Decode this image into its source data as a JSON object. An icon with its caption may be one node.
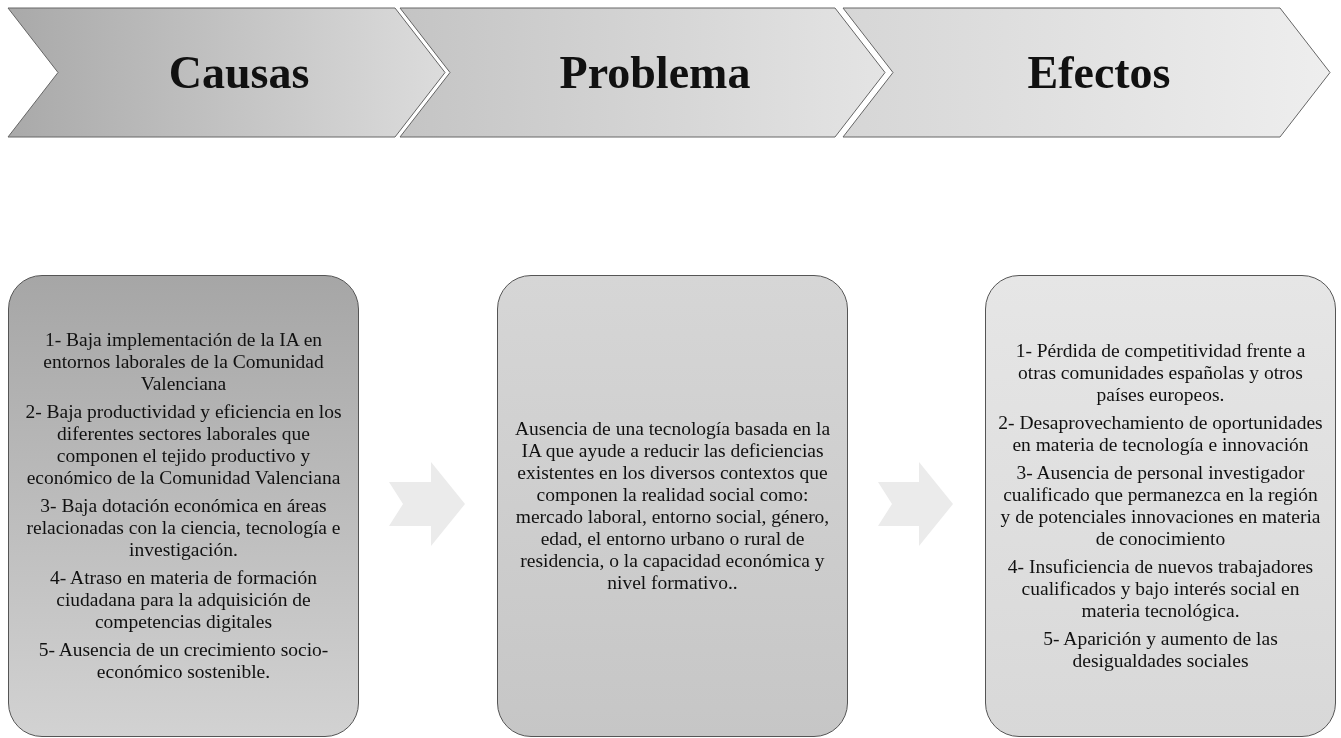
{
  "diagram": {
    "nodes": [
      {
        "text": [
          "Causas"
        ]
      },
      {
        "text": [
          "Problema"
        ]
      },
      {
        "text": [
          "Efectos"
        ]
      },
      {
        "text": [
          "1- Baja implementación de la IA en entornos laborales de la Comunidad Valenciana",
          "2- Baja productividad y eficiencia en los diferentes sectores laborales que componen el tejido productivo y económico de la Comunidad Valenciana",
          "3- Baja dotación económica en áreas relacionadas con la ciencia, tecnología e investigación.",
          "4- Atraso en materia de formación ciudadana para la adquisición de competencias digitales",
          "5- Ausencia de un crecimiento socio-económico sostenible."
        ]
      },
      {
        "text": [
          "Ausencia de una tecnología basada en la IA que ayude a reducir las deficiencias existentes en los diversos contextos que componen la realidad social como: mercado laboral, entorno social, género, edad, el entorno urbano o rural de residencia, o la capacidad económica y nivel formativo.."
        ]
      },
      {
        "text": [
          "1- Pérdida de competitividad frente a otras comunidades españolas y otros países europeos.",
          "2- Desaprovechamiento de oportunidades en materia de tecnología e innovación",
          "3- Ausencia de personal investigador cualificado que permanezca en la región y de potenciales innovaciones en materia de conocimiento",
          "4- Insuficiencia de nuevos trabajadores cualificados y bajo interés social en materia tecnológica.",
          "5- Aparición y aumento de las desigualdades sociales"
        ]
      }
    ],
    "edges": [
      {
        "from": 3,
        "to": 4,
        "arrow": "to",
        "style": "thick"
      },
      {
        "from": 4,
        "to": 5,
        "arrow": "to",
        "style": "thick"
      }
    ]
  }
}
